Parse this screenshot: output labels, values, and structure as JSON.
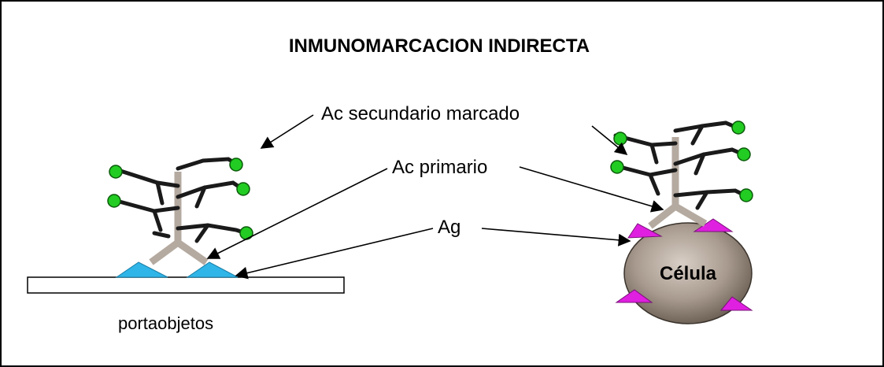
{
  "title": "INMUNOMARCACION INDIRECTA",
  "labels": {
    "secondary_antibody": "Ac secundario marcado",
    "primary_antibody": "Ac primario",
    "antigen": "Ag",
    "slide": "portaobjetos",
    "cell": "Célula"
  },
  "colors": {
    "primary_antibody": "#b5aaa0",
    "secondary_antibody": "#1a1a1a",
    "label_marker": "#22cc22",
    "antigen_slide": "#2fb5e8",
    "antigen_cell": "#e020e0",
    "cell_fill": "#a89a8e"
  }
}
